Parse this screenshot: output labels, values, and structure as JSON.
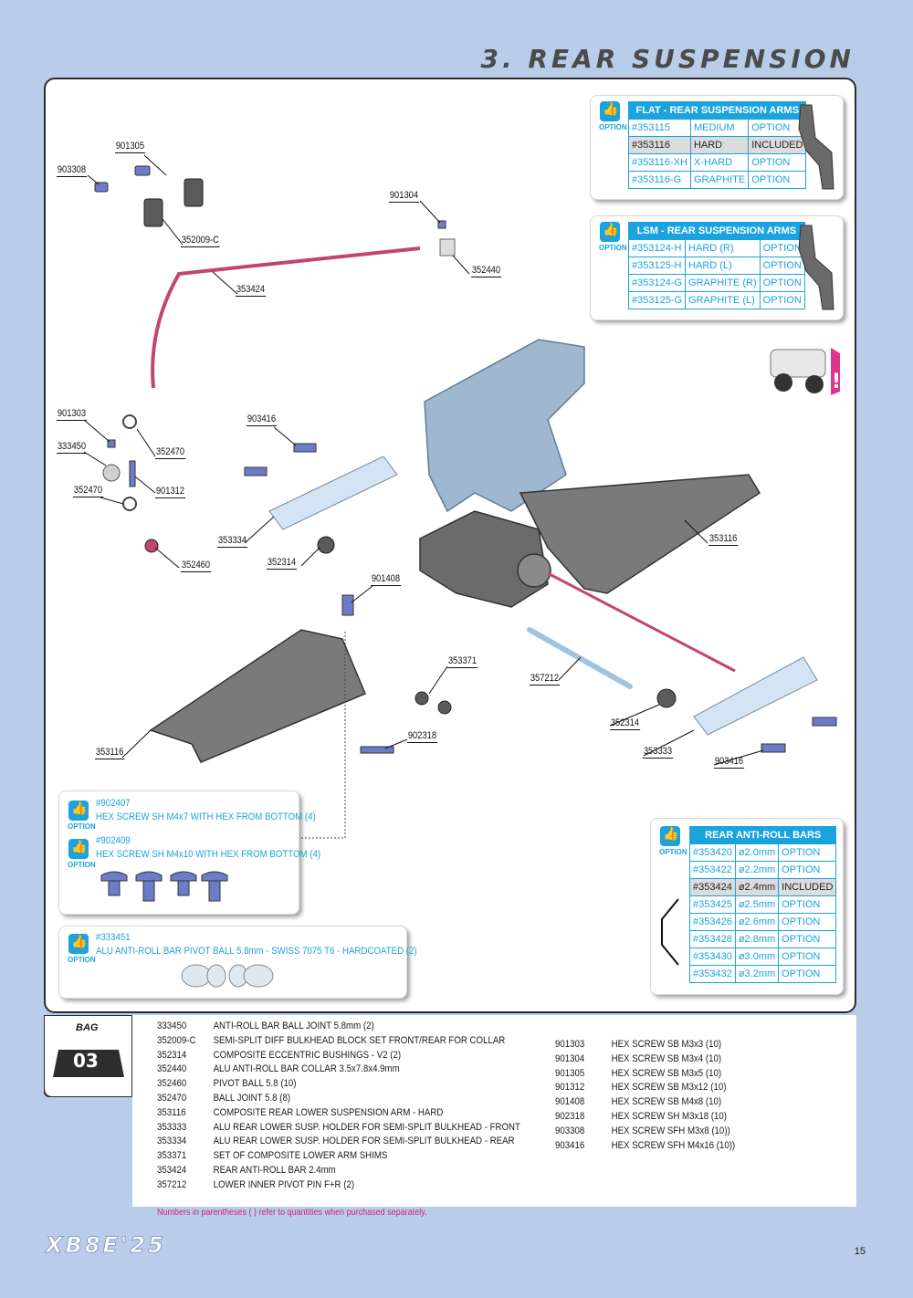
{
  "header": {
    "title": "3. REAR SUSPENSION"
  },
  "labels": {
    "p901305": "901305",
    "p903308": "903308",
    "p352009c": "352009-C",
    "p901304": "901304",
    "p352440": "352440",
    "p353424": "353424",
    "p901303": "901303",
    "p333450": "333450",
    "p352470a": "352470",
    "p352470b": "352470",
    "p901312": "901312",
    "p352460": "352460",
    "p903416a": "903416",
    "p353334": "353334",
    "p352314a": "352314",
    "p353116a": "353116",
    "p901408": "901408",
    "p353371": "353371",
    "p357212": "357212",
    "p902318": "902318",
    "p353116b": "353116",
    "p352314b": "352314",
    "p353333": "353333",
    "p903416b": "903416"
  },
  "option_label": "OPTION",
  "flat_table": {
    "header_bold": "FLAT",
    "header_rest": " - REAR SUSPENSION ARMS",
    "rows": [
      [
        "#353115",
        "MEDIUM",
        "OPTION"
      ],
      [
        "#353116",
        "HARD",
        "INCLUDED"
      ],
      [
        "#353116-XH",
        "X-HARD",
        "OPTION"
      ],
      [
        "#353116-G",
        "GRAPHITE",
        "OPTION"
      ]
    ],
    "included_row": 1
  },
  "lsm_table": {
    "header_bold": "LSM",
    "header_rest": " - REAR SUSPENSION ARMS",
    "rows": [
      [
        "#353124-H",
        "HARD (R)",
        "OPTION"
      ],
      [
        "#353125-H",
        "HARD (L)",
        "OPTION"
      ],
      [
        "#353124-G",
        "GRAPHITE (R)",
        "OPTION"
      ],
      [
        "#353125-G",
        "GRAPHITE (L)",
        "OPTION"
      ]
    ]
  },
  "antiroll_table": {
    "header": "REAR ANTI-ROLL BARS",
    "rows": [
      [
        "#353420",
        "ø2.0mm",
        "OPTION"
      ],
      [
        "#353422",
        "ø2.2mm",
        "OPTION"
      ],
      [
        "#353424",
        "ø2.4mm",
        "INCLUDED"
      ],
      [
        "#353425",
        "ø2.5mm",
        "OPTION"
      ],
      [
        "#353426",
        "ø2.6mm",
        "OPTION"
      ],
      [
        "#353428",
        "ø2.8mm",
        "OPTION"
      ],
      [
        "#353430",
        "ø3.0mm",
        "OPTION"
      ],
      [
        "#353432",
        "ø3.2mm",
        "OPTION"
      ]
    ],
    "included_row": 2
  },
  "screw_options": {
    "a_code": "#902407",
    "a_desc": "HEX SCREW SH M4x7 WITH HEX FROM BOTTOM  (4)",
    "b_code": "#902409",
    "b_desc": "HEX SCREW SH M4x10 WITH HEX FROM BOTTOM  (4)"
  },
  "ball_option": {
    "code": "#333451",
    "desc": "ALU ANTI-ROLL BAR PIVOT BALL 5.8mm - SWISS 7075 T6 - HARDCOATED (2)"
  },
  "bag": {
    "label": "BAG",
    "number": "03"
  },
  "parts_left": [
    [
      "333450",
      "ANTI-ROLL BAR BALL JOINT 5.8mm (2)"
    ],
    [
      "352009-C",
      "SEMI-SPLIT DIFF BULKHEAD BLOCK SET FRONT/REAR FOR COLLAR"
    ],
    [
      "352314",
      "COMPOSITE ECCENTRIC BUSHINGS - V2 (2)"
    ],
    [
      "352440",
      "ALU ANTI-ROLL BAR COLLAR 3.5x7.8x4.9mm"
    ],
    [
      "352460",
      "PIVOT BALL 5.8 (10)"
    ],
    [
      "352470",
      "BALL JOINT 5.8 (8)"
    ],
    [
      "353116",
      "COMPOSITE REAR LOWER SUSPENSION ARM - HARD"
    ],
    [
      "353333",
      "ALU REAR LOWER SUSP. HOLDER FOR SEMI-SPLIT BULKHEAD - FRONT"
    ],
    [
      "353334",
      "ALU REAR LOWER SUSP. HOLDER FOR SEMI-SPLIT BULKHEAD - REAR"
    ],
    [
      "353371",
      "SET OF COMPOSITE LOWER ARM SHIMS"
    ],
    [
      "353424",
      "REAR ANTI-ROLL BAR 2.4mm"
    ],
    [
      "357212",
      "LOWER INNER PIVOT PIN F+R  (2)"
    ]
  ],
  "parts_right": [
    [
      "901303",
      "HEX SCREW  SB M3x3  (10)"
    ],
    [
      "901304",
      "HEX SCREW  SB M3x4  (10)"
    ],
    [
      "901305",
      "HEX SCREW  SB M3x5  (10)"
    ],
    [
      "901312",
      "HEX SCREW  SB M3x12  (10)"
    ],
    [
      "901408",
      "HEX SCREW  SB M4x8  (10)"
    ],
    [
      "902318",
      "HEX SCREW  SH M3x18  (10)"
    ],
    [
      "903308",
      "HEX SCREW  SFH M3x8  (10))"
    ],
    [
      "903416",
      "HEX SCREW  SFH M4x16  (10))"
    ]
  ],
  "footnote": "Numbers in parentheses ( ) refer to quantities when purchased separately.",
  "logo": "XB8E'25",
  "page_number": "15"
}
